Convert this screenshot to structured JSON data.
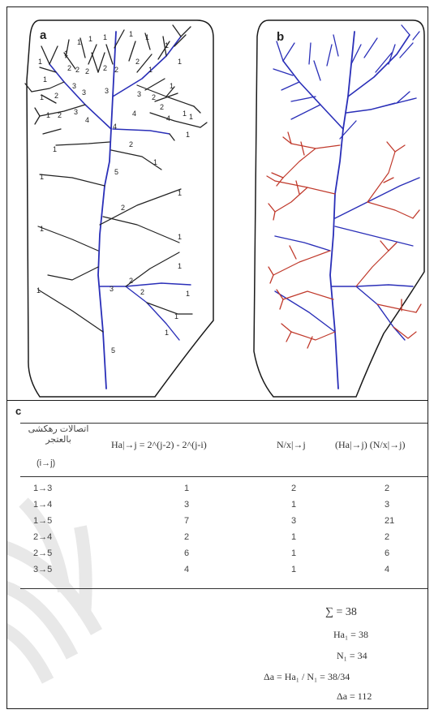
{
  "panels": {
    "a_label": "a",
    "b_label": "b",
    "c_label": "c"
  },
  "colors": {
    "main_branch": "#2a2fb8",
    "tributary": "#222222",
    "highlight": "#c0392b",
    "outline": "#1a1a1a"
  },
  "table": {
    "header_connection": "اتصالات رهکشی بالعتجر",
    "header_connection_sub": "(i→j)",
    "header_ha": "Ha|→j = 2^(j-2) - 2^(j-i)",
    "header_n": "N/x|→j",
    "header_product": "(Ha|→j)  (N/x|→j)",
    "rows": [
      {
        "connection": "1→3",
        "ha": "1",
        "n": "2",
        "product": "2"
      },
      {
        "connection": "1→4",
        "ha": "3",
        "n": "1",
        "product": "3"
      },
      {
        "connection": "1→5",
        "ha": "7",
        "n": "3",
        "product": "21"
      },
      {
        "connection": "2→4",
        "ha": "2",
        "n": "1",
        "product": "2"
      },
      {
        "connection": "2→5",
        "ha": "6",
        "n": "1",
        "product": "6"
      },
      {
        "connection": "3→5",
        "ha": "4",
        "n": "1",
        "product": "4"
      }
    ]
  },
  "summary": {
    "sum": "∑ =  38",
    "ha": "Ha₁ =  38",
    "n": "N₁ =  34",
    "da": "Δa =  Ha₁ / N₁  =  38/34",
    "da_value": "Δa =  112"
  }
}
